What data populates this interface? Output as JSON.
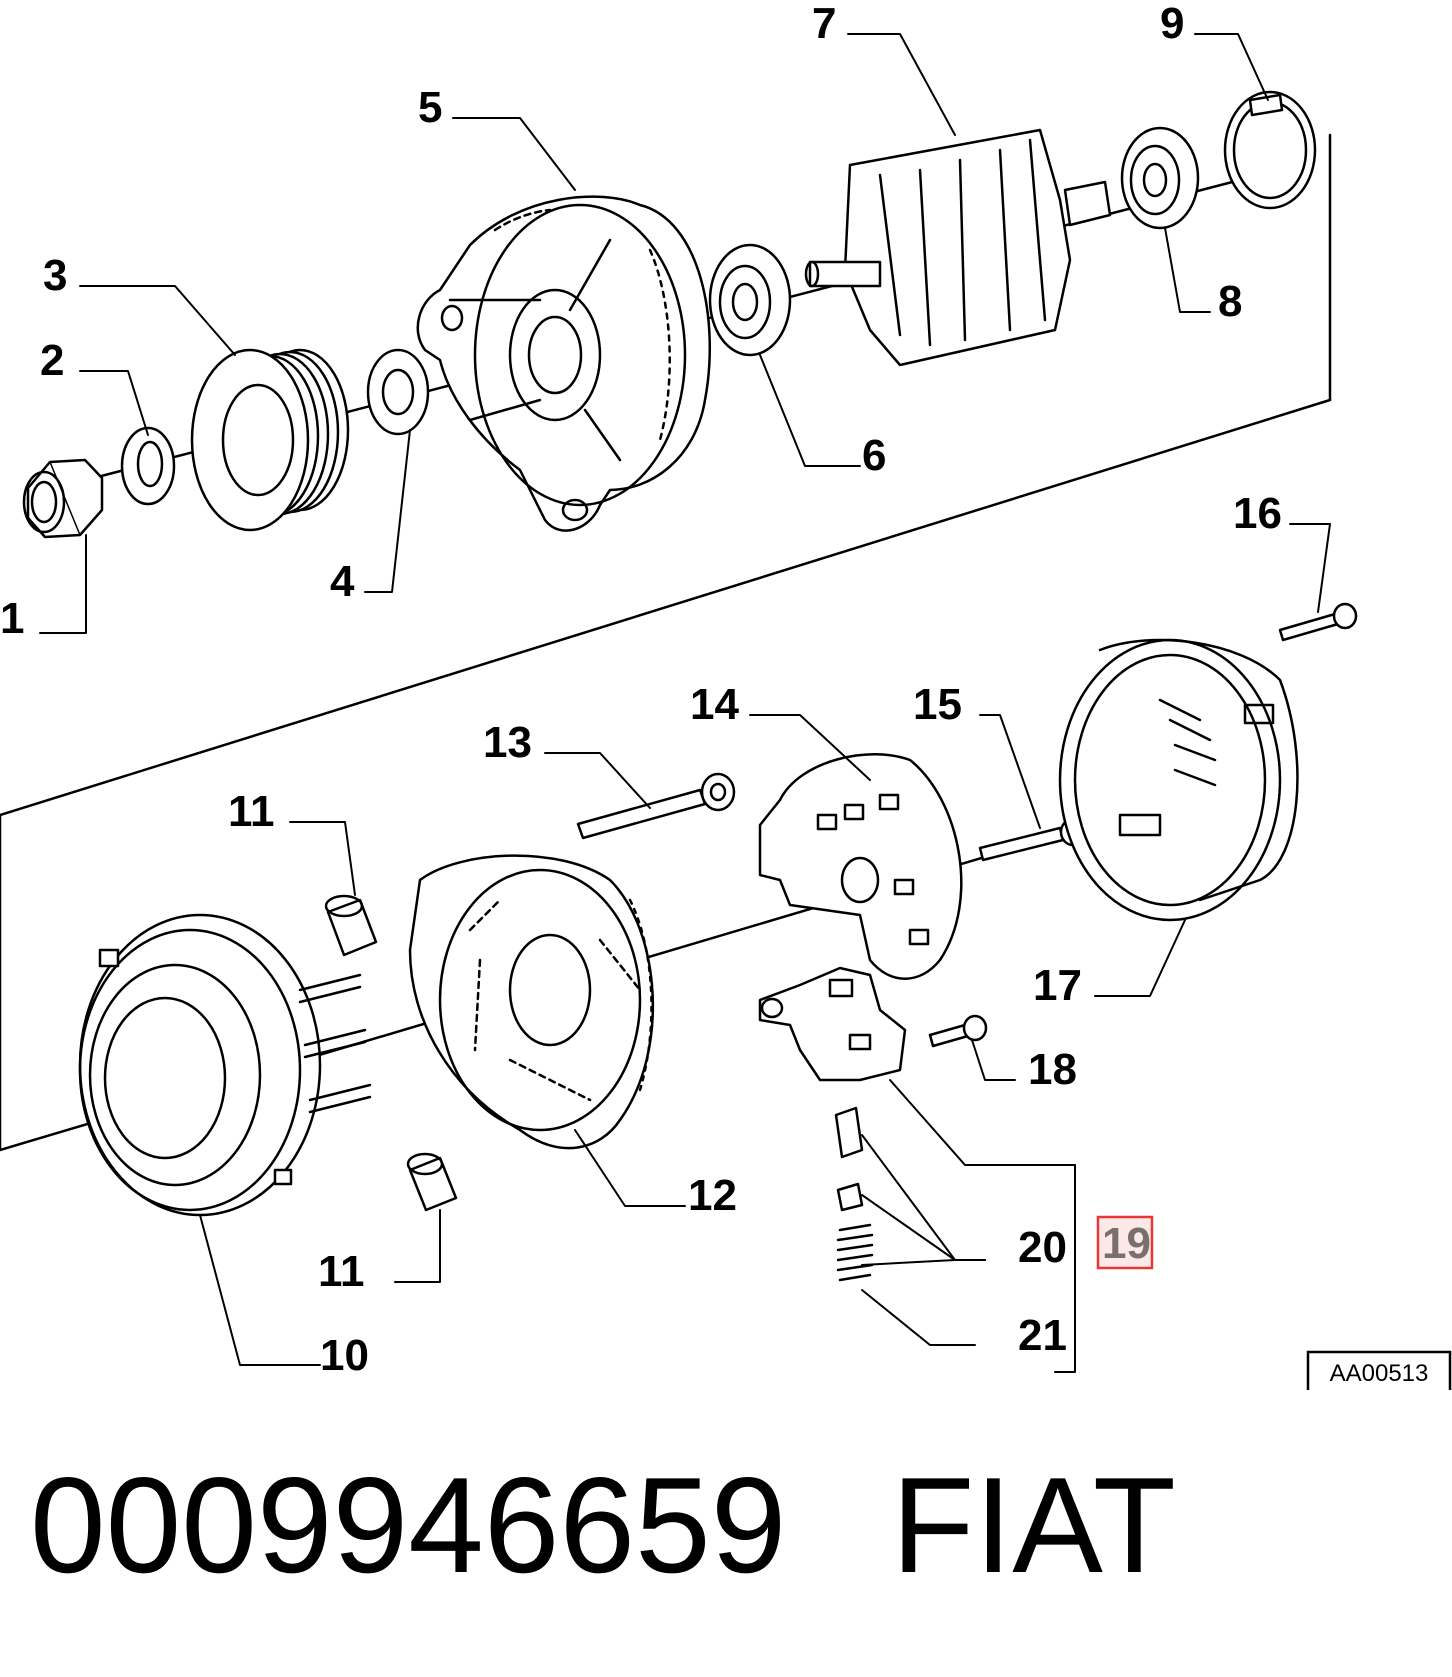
{
  "diagram": {
    "callouts": [
      {
        "id": "1",
        "label": "1"
      },
      {
        "id": "2",
        "label": "2"
      },
      {
        "id": "3",
        "label": "3"
      },
      {
        "id": "4",
        "label": "4"
      },
      {
        "id": "5",
        "label": "5"
      },
      {
        "id": "6",
        "label": "6"
      },
      {
        "id": "7",
        "label": "7"
      },
      {
        "id": "8",
        "label": "8"
      },
      {
        "id": "9",
        "label": "9"
      },
      {
        "id": "10",
        "label": "10"
      },
      {
        "id": "11a",
        "label": "11"
      },
      {
        "id": "11b",
        "label": "11"
      },
      {
        "id": "12",
        "label": "12"
      },
      {
        "id": "13",
        "label": "13"
      },
      {
        "id": "14",
        "label": "14"
      },
      {
        "id": "15",
        "label": "15"
      },
      {
        "id": "16",
        "label": "16"
      },
      {
        "id": "17",
        "label": "17"
      },
      {
        "id": "18",
        "label": "18"
      },
      {
        "id": "19",
        "label": "19",
        "highlighted": true
      },
      {
        "id": "20",
        "label": "20"
      },
      {
        "id": "21",
        "label": "21"
      }
    ],
    "reference_code": "AA00513",
    "highlight_color": "#e53935"
  },
  "footer": {
    "part_number": "0009946659",
    "brand": "FIAT"
  }
}
